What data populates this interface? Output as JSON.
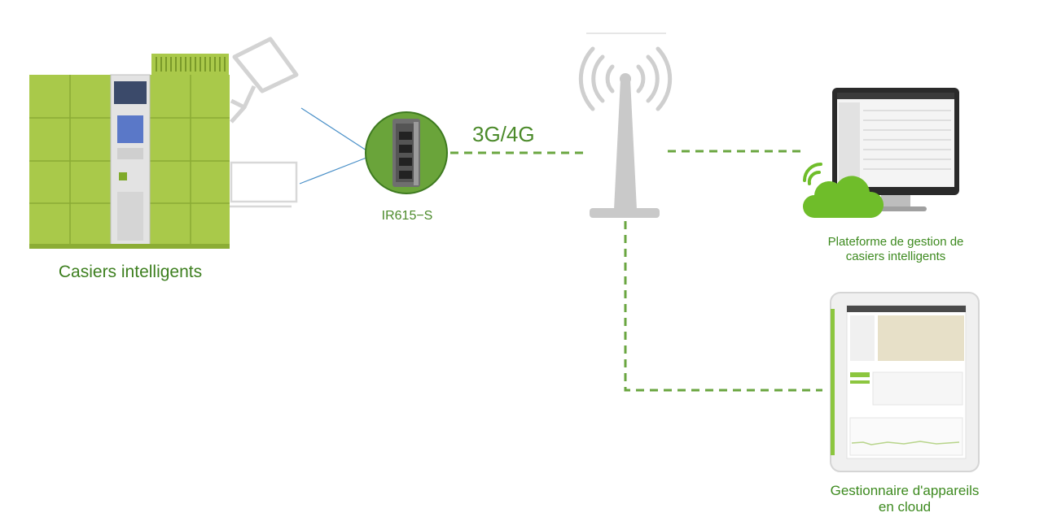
{
  "labels": {
    "lockers": "Casiers intelligents",
    "router": "IR615−S",
    "network": "3G/4G",
    "platform_line1": "Plateforme de gestion de",
    "platform_line2": "casiers intelligents",
    "cloud_line1": "Gestionnaire d'appareils",
    "cloud_line2": "en cloud"
  },
  "colors": {
    "locker_green": "#a9c94a",
    "accent_green": "#4b8a2a",
    "dashed_link": "#6aa640",
    "wire_blue": "#4a90c8",
    "cloud_green": "#6fbd2a"
  },
  "icons": [
    "security-camera-icon",
    "laptop-icon",
    "router-icon",
    "cell-tower-icon",
    "cloud-icon",
    "monitor-icon",
    "tablet-icon"
  ]
}
